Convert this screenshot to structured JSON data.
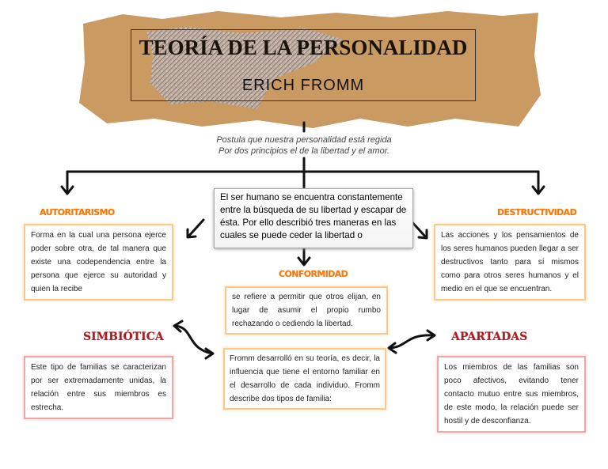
{
  "header": {
    "title": "TEORÍA DE LA PERSONALIDAD",
    "subtitle": "ERICH FROMM"
  },
  "intro": {
    "line1": "Postula que nuestra personalidad está regida",
    "line2": "Por dos principios el de la libertad y el amor."
  },
  "center": {
    "text": "El ser humano se encuentra constantemente entre la búsqueda de su libertad y escapar de ésta. Por ello describió tres maneras en las cuales se puede ceder la libertad o"
  },
  "autoritarismo": {
    "label": "AUTORITARISMO",
    "text": "Forma en la cual una persona ejerce poder sobre otra, de tal manera que existe una codependencia entre la persona que ejerce su autoridad y quien la recibe"
  },
  "destructividad": {
    "label": "DESTRUCTIVIDAD",
    "text": "Las acciones y los pensamientos de los seres humanos pueden llegar a ser destructivos tanto para sí mismos como para otros seres humanos y el medio en el que se encuentran."
  },
  "conformidad": {
    "label": "CONFORMIDAD",
    "text": "se refiere a permitir que otros elijan, en lugar de asumir el propio rumbo rechazando o cediendo la libertad."
  },
  "familia": {
    "text": "Fromm desarrolló en su teoría, es decir, la influencia que tiene el entorno familiar en el desarrollo de cada individuo. Fromm describe dos tipos de familia:"
  },
  "simbiotica": {
    "label": "SIMBIÓTICA",
    "text": "Este tipo de familias se caracterizan por ser extremadamente unidas, la relación entre sus miembros es estrecha."
  },
  "apartadas": {
    "label": "APARTADAS",
    "text": "Los miembros de las familias son poco afectivos, evitando tener contacto mutuo entre sus miembros, de este modo, la relación puede ser hostil y de desconfianza."
  },
  "colors": {
    "paper": "#c99a62",
    "orange_label": "#f07a10",
    "red_label": "#a61e22",
    "orange_border": "#fcc98a",
    "pink_border": "#f2a5a5"
  }
}
